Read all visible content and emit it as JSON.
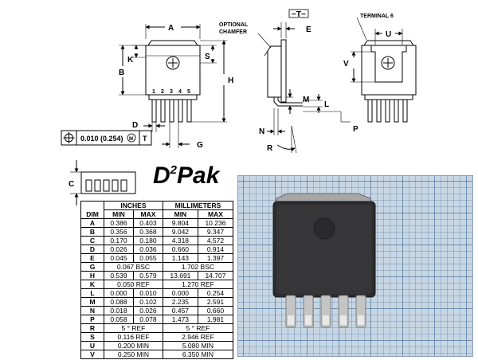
{
  "drawing": {
    "labels": {
      "A": "A",
      "B": "B",
      "K": "K",
      "D": "D",
      "G": "G",
      "S": "S",
      "H": "H",
      "E": "E",
      "M": "M",
      "L": "L",
      "N": "N",
      "P": "P",
      "R": "R",
      "U": "U",
      "V": "V",
      "C": "C",
      "datum_t": "−T−"
    },
    "pin_numbers": [
      "1",
      "2",
      "3",
      "4",
      "5"
    ],
    "optional_chamfer_line1": "OPTIONAL",
    "optional_chamfer_line2": "CHAMFER",
    "terminal_label": "TERMINAL 6",
    "tolerance": {
      "value": "0.010 (0.254)",
      "modifier": "M",
      "datum": "T"
    },
    "package_name_prefix": "D",
    "package_name_sup": "2",
    "package_name_suffix": "Pak"
  },
  "table": {
    "group_headers": {
      "inches": "INCHES",
      "millimeters": "MILLIMETERS"
    },
    "col_headers": {
      "dim": "DIM",
      "min": "MIN",
      "max": "MAX"
    },
    "rows": [
      {
        "dim": "A",
        "in_min": "0.386",
        "in_max": "0.403",
        "mm_min": "9.804",
        "mm_max": "10.236"
      },
      {
        "dim": "B",
        "in_min": "0.356",
        "in_max": "0.368",
        "mm_min": "9.042",
        "mm_max": "9.347"
      },
      {
        "dim": "C",
        "in_min": "0.170",
        "in_max": "0.180",
        "mm_min": "4.318",
        "mm_max": "4.572"
      },
      {
        "dim": "D",
        "in_min": "0.026",
        "in_max": "0.036",
        "mm_min": "0.660",
        "mm_max": "0.914"
      },
      {
        "dim": "E",
        "in_min": "0.045",
        "in_max": "0.055",
        "mm_min": "1.143",
        "mm_max": "1.397"
      },
      {
        "dim": "G",
        "in_span": "0.067 BSC",
        "mm_span": "1.702 BSC"
      },
      {
        "dim": "H",
        "in_min": "0.539",
        "in_max": "0.579",
        "mm_min": "13.691",
        "mm_max": "14.707"
      },
      {
        "dim": "K",
        "in_span": "0.050 REF",
        "mm_span": "1.270 REF"
      },
      {
        "dim": "L",
        "in_min": "0.000",
        "in_max": "0.010",
        "mm_min": "0.000",
        "mm_max": "0.254"
      },
      {
        "dim": "M",
        "in_min": "0.088",
        "in_max": "0.102",
        "mm_min": "2.235",
        "mm_max": "2.591"
      },
      {
        "dim": "N",
        "in_min": "0.018",
        "in_max": "0.026",
        "mm_min": "0.457",
        "mm_max": "0.660"
      },
      {
        "dim": "P",
        "in_min": "0.058",
        "in_max": "0.078",
        "mm_min": "1.473",
        "mm_max": "1.981"
      },
      {
        "dim": "R",
        "in_span": "5 ° REF",
        "mm_span": "5 ° REF"
      },
      {
        "dim": "S",
        "in_span": "0.116 REF",
        "mm_span": "2.946 REF"
      },
      {
        "dim": "U",
        "in_span": "0.200 MIN",
        "mm_span": "5.080 MIN"
      },
      {
        "dim": "V",
        "in_span": "0.250 MIN",
        "mm_span": "6.350 MIN"
      }
    ]
  }
}
